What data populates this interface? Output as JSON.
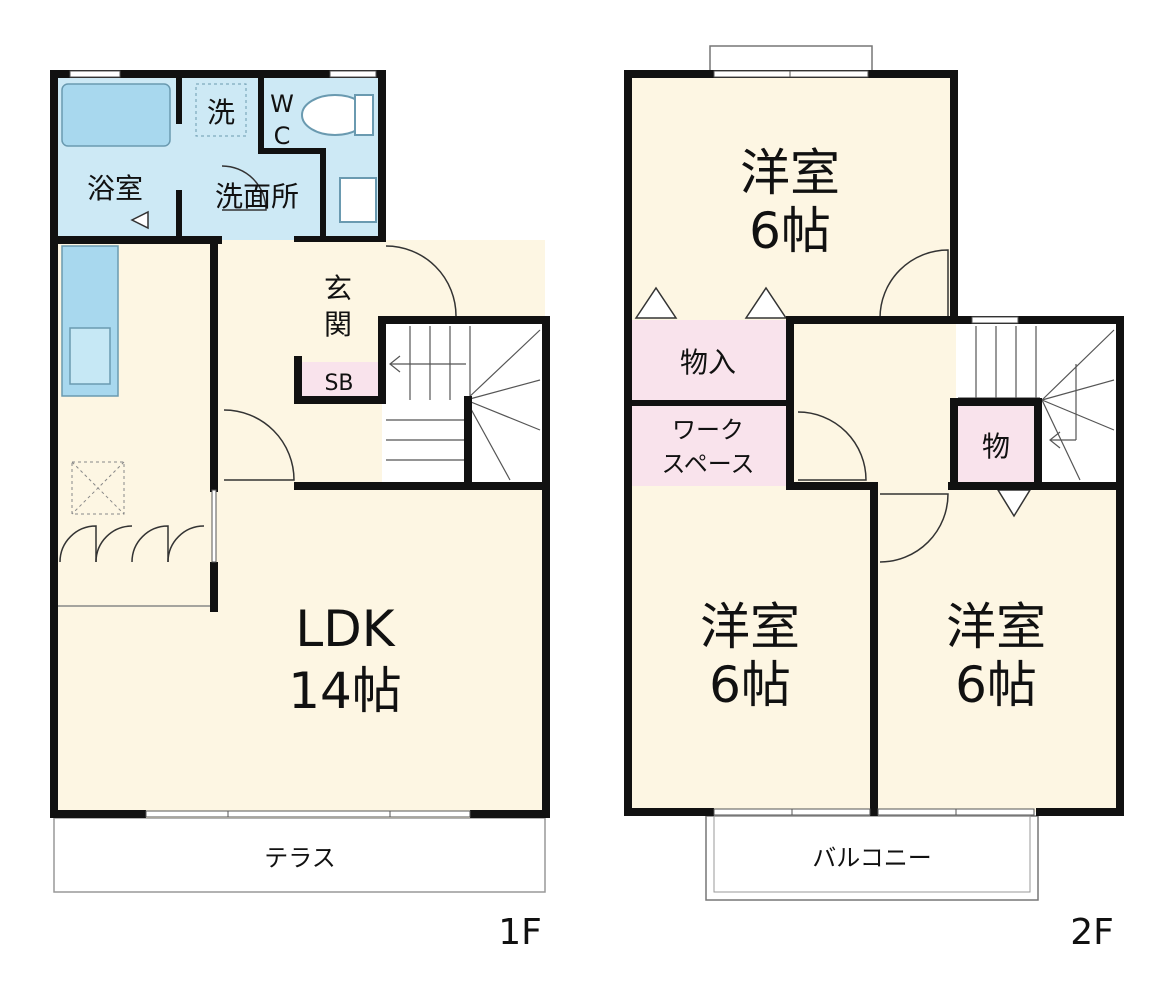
{
  "floor1": {
    "label": "1F",
    "rooms": {
      "bath": "浴室",
      "washer": "洗",
      "wc_line1": "W",
      "wc_line2": "C",
      "washroom": "洗面所",
      "entrance_line1": "玄",
      "entrance_line2": "関",
      "shoe_box": "SB",
      "ldk_line1": "LDK",
      "ldk_line2": "14帖"
    },
    "terrace": "テラス"
  },
  "floor2": {
    "label": "2F",
    "rooms": {
      "north_line1": "洋室",
      "north_line2": "6帖",
      "closet": "物入",
      "workspace_line1": "ワーク",
      "workspace_line2": "スペース",
      "storage": "物",
      "sw_line1": "洋室",
      "sw_line2": "6帖",
      "se_line1": "洋室",
      "se_line2": "6帖"
    },
    "balcony": "バルコニー"
  },
  "colors": {
    "wall": "#111111",
    "living": "#fdf6e3",
    "wet": "#cde9f5",
    "storage": "#f9e3ec",
    "fixture": "#a8d8ee"
  }
}
